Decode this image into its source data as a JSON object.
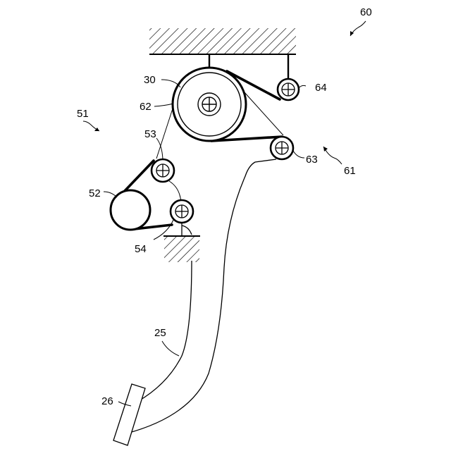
{
  "labels": {
    "l60": "60",
    "l30": "30",
    "l62": "62",
    "l64": "64",
    "l51": "51",
    "l53": "53",
    "l63": "63",
    "l61": "61",
    "l52": "52",
    "l54": "54",
    "l25": "25",
    "l26": "26"
  }
}
